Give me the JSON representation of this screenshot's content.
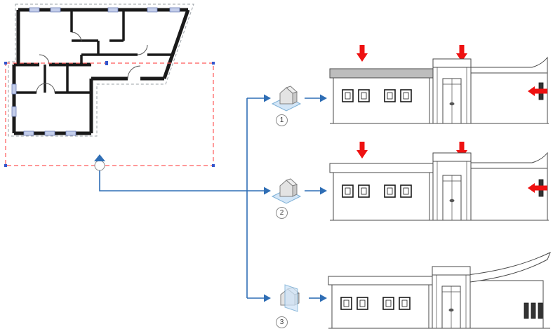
{
  "figure": {
    "kind": "section-elevation-views-diagram",
    "plan": {
      "name": "floor-plan-with-crop-region",
      "marker": "elevation-marker"
    }
  },
  "colors": {
    "accent_blue": "#2f6eb5",
    "arrow_red": "#ee1111",
    "crop_red": "#ff5a5a",
    "plane_blue": "#cfe4f7",
    "plane_edge": "#6fa8d2",
    "wall": "#1a1a1a",
    "guide": "#9aa0a6",
    "line": "#4a4a4a",
    "fascia": "#bdbdbd",
    "handle_blue": "#3355cc"
  },
  "views": [
    {
      "label": "1",
      "icon": "elevation-view-icon",
      "red_arrows": [
        "down",
        "down",
        "left"
      ]
    },
    {
      "label": "2",
      "icon": "elevation-view-icon",
      "red_arrows": [
        "down",
        "down",
        "left"
      ]
    },
    {
      "label": "3",
      "icon": "section-plane-icon",
      "red_arrows": []
    }
  ]
}
